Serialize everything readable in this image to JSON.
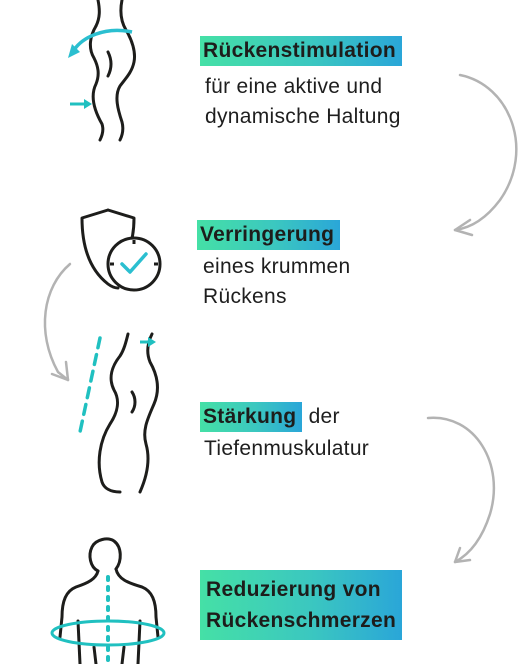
{
  "steps": [
    {
      "title": "Rückenstimulation",
      "lines": [
        "für eine aktive und",
        "dynamische Haltung"
      ]
    },
    {
      "title": "Verringerung",
      "lines": [
        "eines krummen",
        "Rückens"
      ]
    },
    {
      "title": "Stärkung",
      "suffix": "der",
      "lines": [
        "Tiefenmuskulatur"
      ]
    },
    {
      "title_lines": [
        "Reduzierung von",
        "Rückenschmerzen"
      ]
    }
  ],
  "colors": {
    "accent_green": "#45e0a6",
    "accent_blue": "#2aa6d8",
    "icon_stroke": "#1d1d1b",
    "arrow": "#b3b3b3",
    "teal": "#20c0c0"
  },
  "icons": [
    "back-stimulation-icon",
    "shield-clock-icon",
    "posture-correction-icon",
    "back-pain-relief-icon"
  ]
}
